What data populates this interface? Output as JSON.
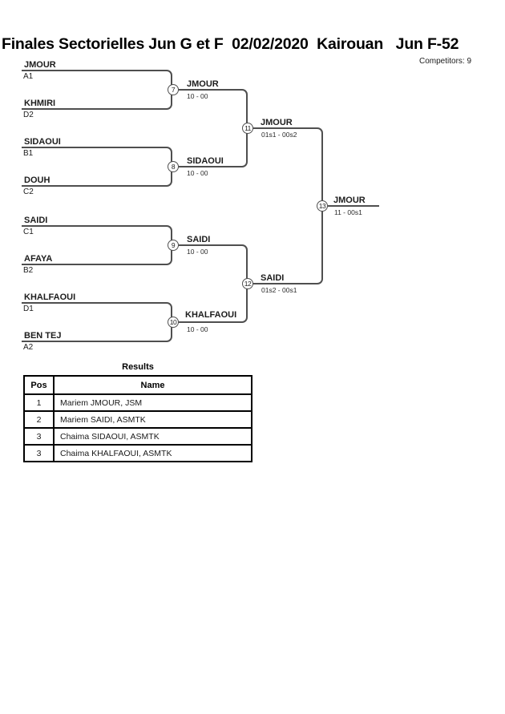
{
  "header": {
    "title": "Finales Sectorielles Jun G et F  02/02/2020  Kairouan   Jun F-52",
    "competitors_label": "Competitors: 9"
  },
  "bracket": {
    "round1": [
      {
        "match_no": "7",
        "top": {
          "name": "JMOUR",
          "seed": "A1"
        },
        "bottom": {
          "name": "KHMIRI",
          "seed": "D2"
        },
        "winner": {
          "name": "JMOUR",
          "score": "10 - 00"
        }
      },
      {
        "match_no": "8",
        "top": {
          "name": "SIDAOUI",
          "seed": "B1"
        },
        "bottom": {
          "name": "DOUH",
          "seed": "C2"
        },
        "winner": {
          "name": "SIDAOUI",
          "score": "10 - 00"
        }
      },
      {
        "match_no": "9",
        "top": {
          "name": "SAIDI",
          "seed": "C1"
        },
        "bottom": {
          "name": "AFAYA",
          "seed": "B2"
        },
        "winner": {
          "name": "SAIDI",
          "score": "10 - 00"
        }
      },
      {
        "match_no": "10",
        "top": {
          "name": "KHALFAOUI",
          "seed": "D1"
        },
        "bottom": {
          "name": "BEN TEJ",
          "seed": "A2"
        },
        "winner": {
          "name": "KHALFAOUI",
          "score": "10 - 00"
        }
      }
    ],
    "semifinals": [
      {
        "match_no": "11",
        "winner": {
          "name": "JMOUR",
          "score": "01s1 - 00s2"
        }
      },
      {
        "match_no": "12",
        "winner": {
          "name": "SAIDI",
          "score": "01s2 - 00s1"
        }
      }
    ],
    "final": {
      "match_no": "13",
      "winner": {
        "name": "JMOUR",
        "score": "11 - 00s1"
      }
    }
  },
  "results": {
    "title": "Results",
    "columns": [
      "Pos",
      "Name"
    ],
    "rows": [
      {
        "pos": "1",
        "name": "Mariem JMOUR, JSM"
      },
      {
        "pos": "2",
        "name": "Mariem SAIDI, ASMTK"
      },
      {
        "pos": "3",
        "name": "Chaima SIDAOUI, ASMTK"
      },
      {
        "pos": "3",
        "name": "Chaima KHALFAOUI, ASMTK"
      }
    ]
  },
  "colors": {
    "line": "#4f4f4f",
    "table_border": "#000000",
    "text": "#1a1a1a"
  }
}
